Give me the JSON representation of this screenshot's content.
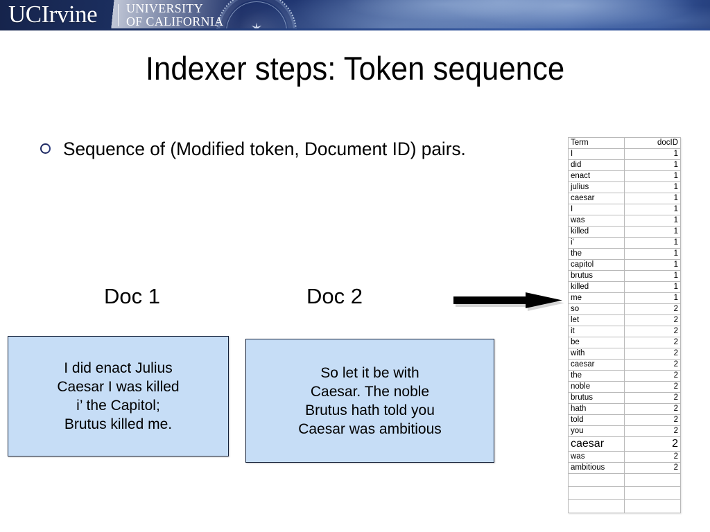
{
  "banner": {
    "wordmark": "UCIrvine",
    "sub_line1": "UNIVERSITY",
    "sub_line2": "OF CALIFORNIA",
    "seal_name": "uc-seal",
    "bg_color_dark": "#16244c",
    "bg_color_light": "#35579d"
  },
  "slide": {
    "title": "Indexer steps: Token sequence",
    "bullet": "Sequence of (Modified token, Document ID) pairs."
  },
  "docs": [
    {
      "label": "Doc 1",
      "text": "I did enact Julius\nCaesar I was killed\ni’ the Capitol;\nBrutus killed me.",
      "fill_color": "#c6ddf6",
      "border_color": "#14213a"
    },
    {
      "label": "Doc 2",
      "text": "So let it be with\nCaesar. The noble\nBrutus hath told you\nCaesar was ambitious",
      "fill_color": "#c6ddf6",
      "border_color": "#14213a"
    }
  ],
  "arrow": {
    "name": "right-arrow",
    "color": "#000000",
    "direction": "right"
  },
  "table": {
    "headers": [
      "Term",
      "docID"
    ],
    "rows": [
      {
        "term": "I",
        "docid": "1"
      },
      {
        "term": "did",
        "docid": "1"
      },
      {
        "term": "enact",
        "docid": "1"
      },
      {
        "term": "julius",
        "docid": "1"
      },
      {
        "term": "caesar",
        "docid": "1"
      },
      {
        "term": "I",
        "docid": "1"
      },
      {
        "term": "was",
        "docid": "1"
      },
      {
        "term": "killed",
        "docid": "1"
      },
      {
        "term": "i'",
        "docid": "1"
      },
      {
        "term": "the",
        "docid": "1"
      },
      {
        "term": "capitol",
        "docid": "1"
      },
      {
        "term": "brutus",
        "docid": "1"
      },
      {
        "term": "killed",
        "docid": "1"
      },
      {
        "term": "me",
        "docid": "1"
      },
      {
        "term": "so",
        "docid": "2"
      },
      {
        "term": "let",
        "docid": "2"
      },
      {
        "term": "it",
        "docid": "2"
      },
      {
        "term": "be",
        "docid": "2"
      },
      {
        "term": "with",
        "docid": "2"
      },
      {
        "term": "caesar",
        "docid": "2"
      },
      {
        "term": "the",
        "docid": "2"
      },
      {
        "term": "noble",
        "docid": "2"
      },
      {
        "term": "brutus",
        "docid": "2"
      },
      {
        "term": "hath",
        "docid": "2"
      },
      {
        "term": "told",
        "docid": "2"
      },
      {
        "term": "you",
        "docid": "2"
      },
      {
        "term": "caesar",
        "docid": "2",
        "emphasis": "large"
      },
      {
        "term": "was",
        "docid": "2"
      },
      {
        "term": "ambitious",
        "docid": "2"
      },
      {
        "term": "",
        "docid": ""
      },
      {
        "term": "",
        "docid": ""
      },
      {
        "term": "",
        "docid": ""
      }
    ]
  }
}
